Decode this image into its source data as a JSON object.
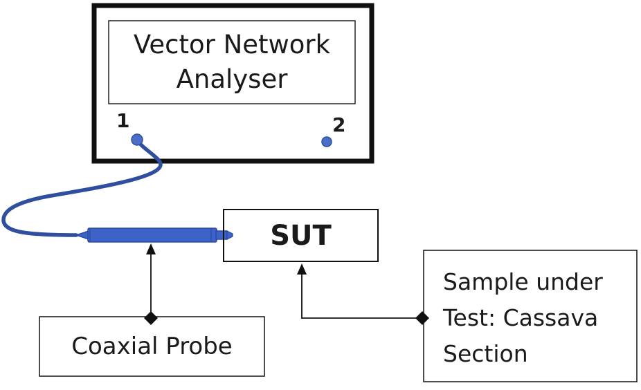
{
  "vna": {
    "title_line1": "Vector Network",
    "title_line2": "Analyser",
    "port1_label": "1",
    "port2_label": "2"
  },
  "sut": {
    "label": "SUT"
  },
  "probe": {
    "label": "Coaxial Probe"
  },
  "sample": {
    "line1": "Sample under",
    "line2": "Test: Cassava",
    "line3": "Section"
  },
  "colors": {
    "cable": "#2f4f9e",
    "probe_fill": "#3d63c9",
    "port": "#4a6fc9",
    "stroke": "#111111"
  }
}
